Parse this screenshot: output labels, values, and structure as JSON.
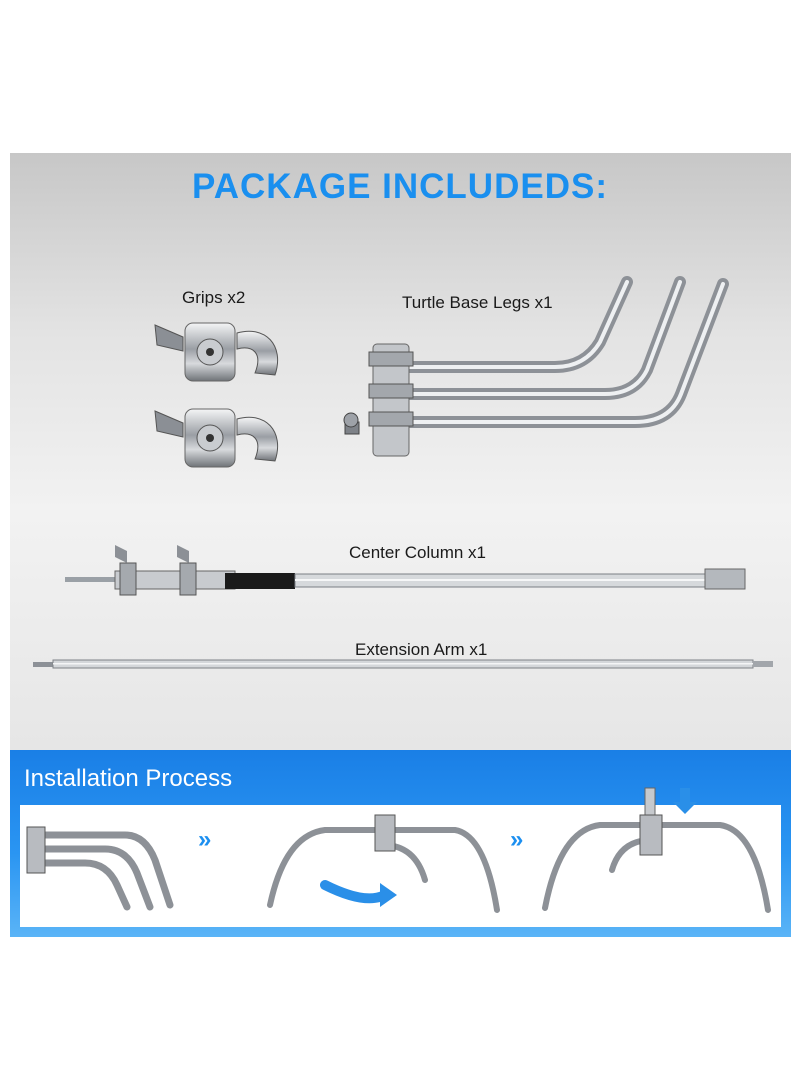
{
  "header": {
    "title": "PACKAGE INCLUDEDS:"
  },
  "items": {
    "grips": "Grips x2",
    "turtle_base_legs": "Turtle Base Legs x1",
    "center_column": "Center Column x1",
    "extension_arm": "Extension Arm x1"
  },
  "installation": {
    "title": "Installation Process",
    "arrow_glyph": "»"
  },
  "colors": {
    "title_blue": "#1a8fef",
    "banner_blue": "#2a95f2",
    "steel": "#b9bcc1"
  }
}
